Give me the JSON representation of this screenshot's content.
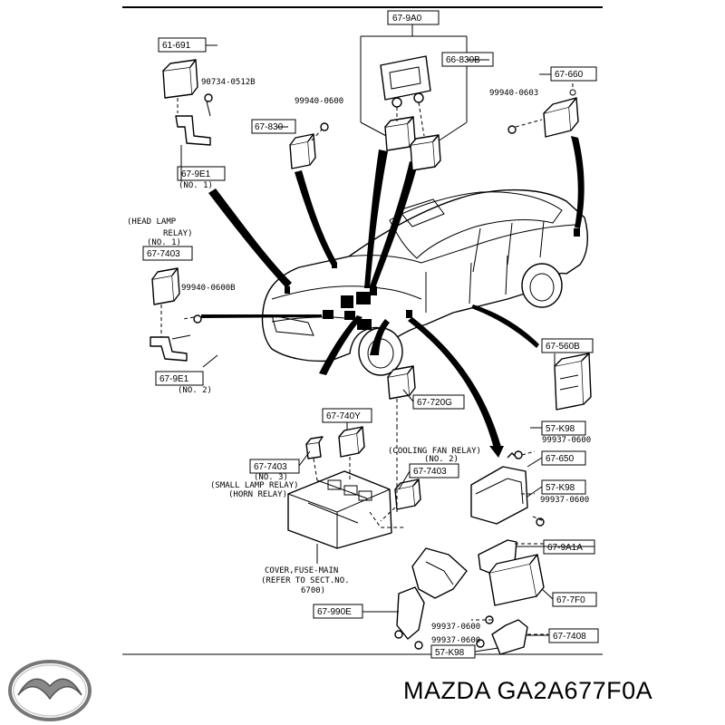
{
  "parts": {
    "p61691": "61-691",
    "p90734": "90734-0512B",
    "p679e1_1": "67-9E1",
    "no1_a": "(NO. 1)",
    "p67830": "67-830",
    "p99940_0600": "99940-0600",
    "p679a0": "67-9A0",
    "p66830b": "66-830B",
    "p67660": "67-660",
    "p99940_0603": "99940-0603",
    "head_lamp_1": "(HEAD LAMP",
    "head_lamp_2": "RELAY)",
    "no1_b": "(NO. 1)",
    "p677403_a": "67-7403",
    "p99940_0600b": "99940-0600B",
    "p679e1_2": "67-9E1",
    "no2_a": "(NO. 2)",
    "p67560b": "67-560B",
    "p67720g": "67-720G",
    "p67740y": "67-740Y",
    "p57k98_a": "57-K98",
    "p99937_0600_a": "99937-0600",
    "cooling_fan": "(COOLING FAN RELAY)",
    "no2_b": "(NO. 2)",
    "p67650": "67-650",
    "p677403_b": "67-7403",
    "p677403_c": "67-7403",
    "no3": "(NO. 3)",
    "small_lamp": "(SMALL LAMP RELAY)",
    "horn": "(HORN RELAY)",
    "p57k98_b": "57-K98",
    "p99937_0600_b": "99937-0600",
    "p679a1a": "67-9A1A",
    "cover_1": "COVER,FUSE-MAIN",
    "cover_2": "(REFER TO SECT.NO.",
    "cover_3": "6700)",
    "p677f0": "67-7F0",
    "p67990e": "67-990E",
    "p99937_0600_c": "99937-0600",
    "p99937_0600_d": "99937-0600",
    "p677408": "67-7408",
    "p57k98_c": "57-K98"
  },
  "footer": {
    "title": "MAZDA GA2A677F0A"
  },
  "icons": {
    "logo": "mazda-logo-icon"
  }
}
